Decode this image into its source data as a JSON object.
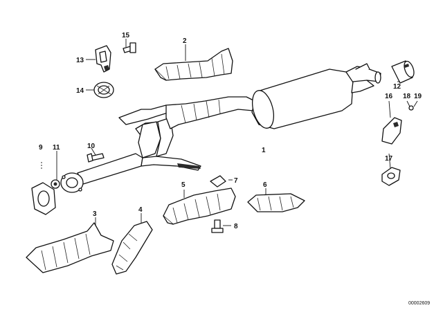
{
  "callouts": {
    "c1": "1",
    "c2": "2",
    "c3": "3",
    "c4": "4",
    "c5": "5",
    "c6": "6",
    "c7": "7",
    "c8": "8",
    "c9": "9",
    "c10": "10",
    "c11": "11",
    "c12": "12",
    "c13": "13",
    "c14": "14",
    "c15": "15",
    "c16": "16",
    "c17": "17",
    "c18": "18",
    "c19": "19"
  },
  "reference_number": "00002609"
}
